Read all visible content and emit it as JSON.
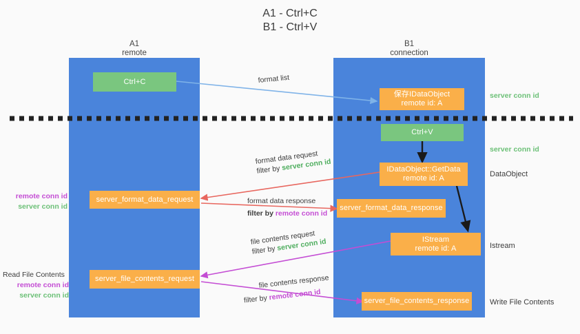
{
  "diagram": {
    "title": "A1 - Ctrl+C\nB1 - Ctrl+V",
    "colors": {
      "background": "#fafafa",
      "column": "#4a84db",
      "node_orange": "#faaf49",
      "node_green": "#7ac67f",
      "accent_green_text": "#6cc077",
      "accent_magenta_text": "#c44dd4",
      "arrow_blue": "#7fb3e8",
      "arrow_red": "#e8675f",
      "arrow_magenta": "#c44dd4",
      "arrow_black": "#1a1a1a"
    },
    "columns": [
      {
        "id": "a1",
        "label": "A1\nremote"
      },
      {
        "id": "b1",
        "label": "B1\nconnection"
      }
    ],
    "nodes": [
      {
        "id": "ctrl-c",
        "label": "Ctrl+C",
        "color": "green"
      },
      {
        "id": "save-idataobject",
        "label": "保存IDataObject\nremote id: A",
        "color": "orange"
      },
      {
        "id": "ctrl-v",
        "label": "Ctrl+V",
        "color": "green"
      },
      {
        "id": "idataobject-getdata",
        "label": "IDataObject::GetData\nremote id: A",
        "color": "orange"
      },
      {
        "id": "server-format-data-request",
        "label": "server_format_data_request",
        "color": "orange"
      },
      {
        "id": "server-format-data-response",
        "label": "server_format_data_response",
        "color": "orange"
      },
      {
        "id": "istream",
        "label": "IStream\nremote id: A",
        "color": "orange"
      },
      {
        "id": "server-file-contents-request",
        "label": "server_file_contents_request",
        "color": "orange"
      },
      {
        "id": "server-file-contents-response",
        "label": "server_file_contents_response",
        "color": "orange"
      }
    ],
    "edge_labels": [
      {
        "id": "format-list",
        "line1": "format list",
        "line2": "",
        "filter_prefix": "",
        "filter_term": "",
        "filter_kind": ""
      },
      {
        "id": "format-data-request",
        "line1": "format data request",
        "line2": "filter by",
        "filter_prefix": "filter by ",
        "filter_term": "server conn id",
        "filter_kind": "green"
      },
      {
        "id": "format-data-response",
        "line1": "format data response",
        "line2": "filter by",
        "filter_prefix": "filter by ",
        "filter_term": "remote conn id",
        "filter_kind": "magenta"
      },
      {
        "id": "file-contents-request",
        "line1": "file contents request",
        "line2": "filter by",
        "filter_prefix": "filter by ",
        "filter_term": "server conn id",
        "filter_kind": "green"
      },
      {
        "id": "file-contents-response",
        "line1": "file contents response",
        "line2": "filter by",
        "filter_prefix": "filter by ",
        "filter_term": "remote conn id",
        "filter_kind": "magenta"
      }
    ],
    "left_annotations": [
      {
        "id": "format-conn-ids",
        "heading": "",
        "remote": "remote conn id",
        "server": "server conn id"
      },
      {
        "id": "read-file",
        "heading": "Read File Contents",
        "remote": "remote conn id",
        "server": "server conn id"
      }
    ],
    "right_annotations": [
      {
        "id": "server-conn-id-top",
        "text": "server conn id",
        "kind": "green"
      },
      {
        "id": "server-conn-id-second",
        "text": "server conn id",
        "kind": "green"
      },
      {
        "id": "dataobject",
        "text": "DataObject",
        "kind": "plain"
      },
      {
        "id": "istream",
        "text": "Istream",
        "kind": "plain"
      },
      {
        "id": "write-file-contents",
        "text": "Write File Contents",
        "kind": "plain"
      }
    ]
  }
}
